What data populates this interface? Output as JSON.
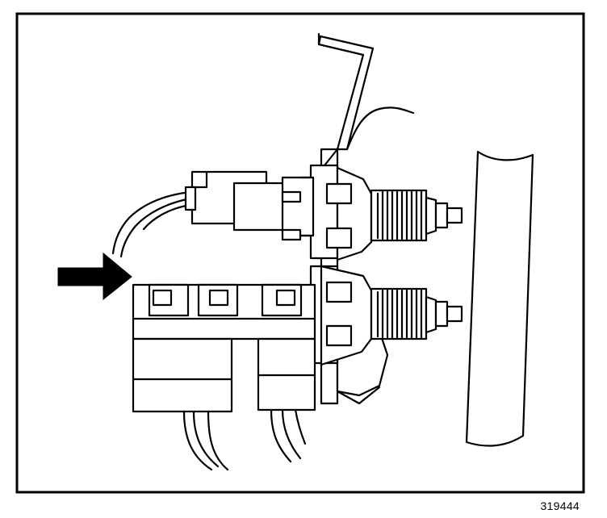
{
  "figure": {
    "reference_number": "319444"
  },
  "parts": {
    "frame": "border",
    "arrow": "arrow-icon",
    "upper_switch": "switch",
    "lower_switch": "switch",
    "upper_connector": "connector",
    "lower_connector": "connector",
    "bracket": "bracket",
    "pedal_arm": "pedal-arm"
  },
  "colors": {
    "line": "#000000",
    "background": "#ffffff"
  }
}
